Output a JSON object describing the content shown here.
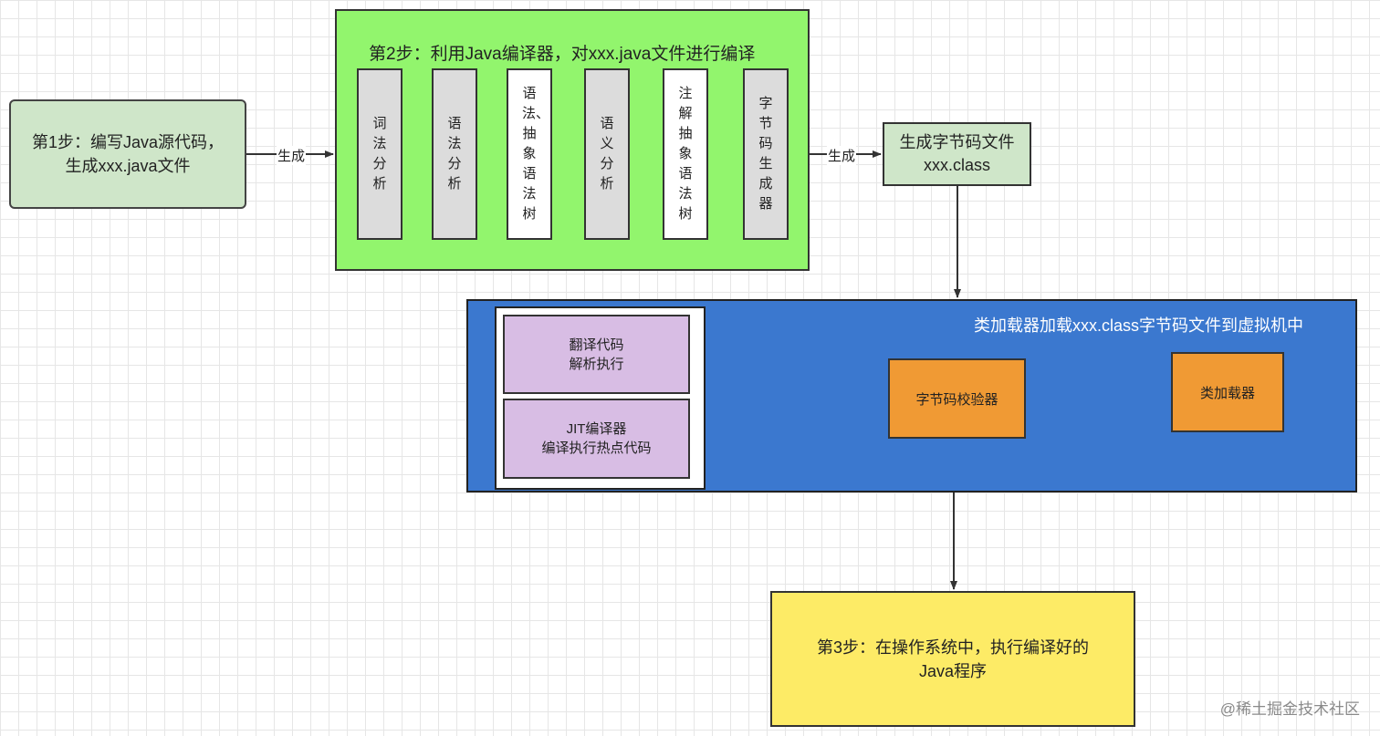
{
  "step1": {
    "line1": "第1步：编写Java源代码，",
    "line2": "生成xxx.java文件"
  },
  "edge_generate_1": "生成",
  "step2": {
    "title": "第2步：利用Java编译器，对xxx.java文件进行编译",
    "phases": [
      {
        "label": "词法分析",
        "style": "gray"
      },
      {
        "label": "语法分析",
        "style": "gray"
      },
      {
        "label": "语法、抽象语法树",
        "style": "white"
      },
      {
        "label": "语义分析",
        "style": "gray"
      },
      {
        "label": "注解抽象语法树",
        "style": "white"
      },
      {
        "label": "字节码生成器",
        "style": "gray"
      }
    ]
  },
  "edge_generate_2": "生成",
  "class_file": {
    "line1": "生成字节码文件",
    "line2": "xxx.class"
  },
  "jvm": {
    "title": "类加载器加载xxx.class字节码文件到虚拟机中",
    "interpreter": {
      "line1": "翻译代码",
      "line2": "解析执行"
    },
    "jit": {
      "line1": "JIT编译器",
      "line2": "编译执行热点代码"
    },
    "verifier": "字节码校验器",
    "class_loader": "类加载器"
  },
  "step3": {
    "line1": "第3步：在操作系统中，执行编译好的",
    "line2": "Java程序"
  },
  "watermark": "@稀土掘金技术社区",
  "colors": {
    "step_green": "#cfe6c9",
    "compiler_green": "#92f56d",
    "jvm_blue": "#3b78cf",
    "engine_purple": "#d8bde4",
    "component_orange": "#f09a34",
    "result_yellow": "#fdeb66"
  }
}
